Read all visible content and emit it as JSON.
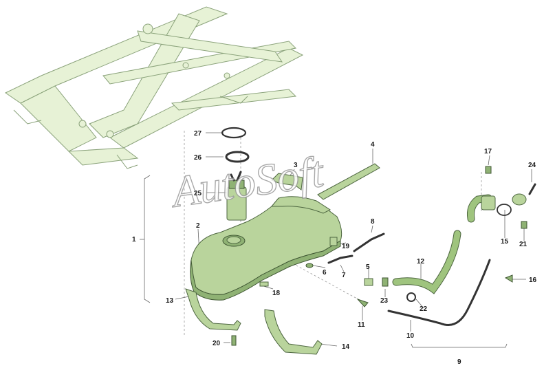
{
  "watermark": "AutoSoft",
  "callouts": [
    "1",
    "2",
    "3",
    "4",
    "5",
    "6",
    "7",
    "8",
    "9",
    "10",
    "11",
    "12",
    "13",
    "14",
    "15",
    "16",
    "17",
    "18",
    "19",
    "20",
    "21",
    "22",
    "23",
    "24",
    "25",
    "26",
    "27"
  ],
  "colors": {
    "part": "#b9d49c",
    "outline": "#4d6640",
    "frame": "#e7f2d6"
  }
}
